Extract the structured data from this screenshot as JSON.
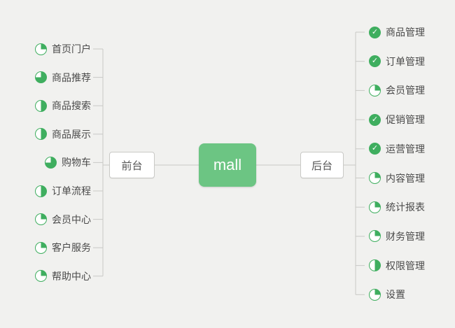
{
  "colors": {
    "background": "#f1f1ef",
    "node_green": "#6cc583",
    "icon_green": "#3fae5f",
    "line": "#c9c9c6",
    "text": "#4a4a4a"
  },
  "center": {
    "label": "mall"
  },
  "left_branch": {
    "label": "前台"
  },
  "right_branch": {
    "label": "后台"
  },
  "left_items": [
    {
      "label": "首页门户",
      "type": "pie",
      "progress": 25
    },
    {
      "label": "商品推荐",
      "type": "pie",
      "progress": 75
    },
    {
      "label": "商品搜索",
      "type": "pie",
      "progress": 50
    },
    {
      "label": "商品展示",
      "type": "pie",
      "progress": 50
    },
    {
      "label": "购物车",
      "type": "pie",
      "progress": 75
    },
    {
      "label": "订单流程",
      "type": "pie",
      "progress": 50
    },
    {
      "label": "会员中心",
      "type": "pie",
      "progress": 25
    },
    {
      "label": "客户服务",
      "type": "pie",
      "progress": 25
    },
    {
      "label": "帮助中心",
      "type": "pie",
      "progress": 25
    }
  ],
  "right_items": [
    {
      "label": "商品管理",
      "type": "check"
    },
    {
      "label": "订单管理",
      "type": "check"
    },
    {
      "label": "会员管理",
      "type": "pie",
      "progress": 25
    },
    {
      "label": "促销管理",
      "type": "check"
    },
    {
      "label": "运营管理",
      "type": "check"
    },
    {
      "label": "内容管理",
      "type": "pie",
      "progress": 25
    },
    {
      "label": "统计报表",
      "type": "pie",
      "progress": 25
    },
    {
      "label": "财务管理",
      "type": "pie",
      "progress": 25
    },
    {
      "label": "权限管理",
      "type": "pie",
      "progress": 50
    },
    {
      "label": "设置",
      "type": "pie",
      "progress": 25
    }
  ]
}
